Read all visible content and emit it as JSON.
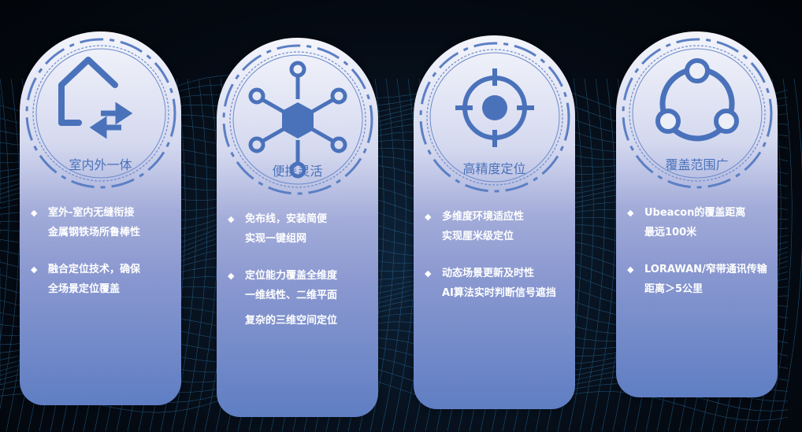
{
  "colors": {
    "icon": "#4a72bb",
    "text": "#ffffff",
    "background": "#050b14"
  },
  "cards": [
    {
      "icon": "house-arrows-icon",
      "title": "室内外一体",
      "items": [
        {
          "lines": [
            "室外-室内无缝衔接",
            "金属钢铁场所鲁棒性"
          ]
        },
        {
          "lines": [
            "融合定位技术，确保",
            "全场景定位覆盖"
          ]
        }
      ]
    },
    {
      "icon": "hub-network-icon",
      "title": "便携灵活",
      "items": [
        {
          "lines": [
            "免布线，安装简便",
            "实现一键组网"
          ]
        },
        {
          "lines": [
            "定位能力覆盖全维度",
            "一维线性、二维平面",
            "复杂的三维空间定位"
          ]
        }
      ]
    },
    {
      "icon": "crosshair-target-icon",
      "title": "高精度定位",
      "items": [
        {
          "lines": [
            "多维度环境适应性",
            "实现厘米级定位"
          ]
        },
        {
          "lines": [
            "动态场景更新及时性",
            "AI算法实时判断信号遮挡"
          ]
        }
      ]
    },
    {
      "icon": "share-circle-icon",
      "title": "覆盖范围广",
      "items": [
        {
          "lines": [
            "Ubeacon的覆盖距离",
            "最远100米"
          ]
        },
        {
          "lines": [
            "LORAWAN/窄带通讯传输",
            "距离＞5公里"
          ]
        }
      ]
    }
  ]
}
